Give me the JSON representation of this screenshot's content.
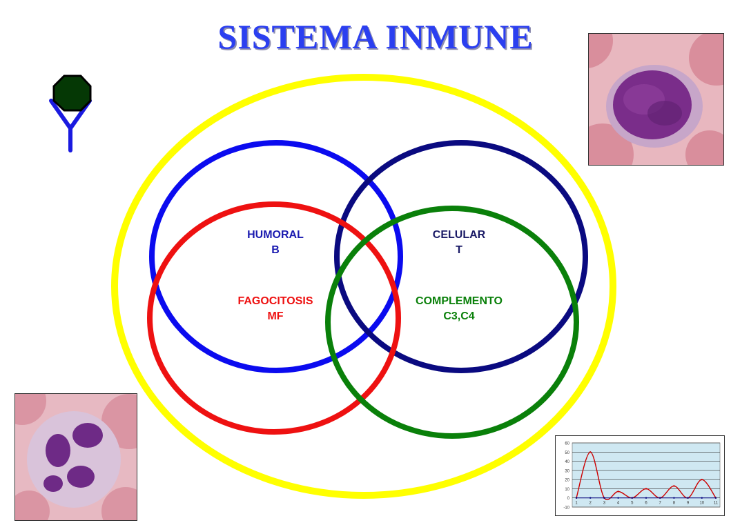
{
  "title": "SISTEMA INMUNE",
  "venn": {
    "humoral": {
      "line1": "HUMORAL",
      "line2": "B",
      "color": "#0b0bef"
    },
    "celular": {
      "line1": "CELULAR",
      "line2": "T",
      "color": "#0a0a80"
    },
    "fagocitosis": {
      "line1": "FAGOCITOSIS",
      "line2": "MF",
      "color": "#ee1111"
    },
    "complemento": {
      "line1": "COMPLEMENTO",
      "line2": "C3,C4",
      "color": "#0a800a"
    },
    "outer_color": "#ffff00"
  },
  "icons": {
    "antibody": "antibody-icon",
    "lymphocyte": "lymphocyte-photo",
    "neutrophil": "neutrophil-photo"
  },
  "chart_data": {
    "type": "line",
    "x": [
      1,
      2,
      3,
      4,
      5,
      6,
      7,
      8,
      9,
      10,
      11
    ],
    "series": [
      {
        "values": [
          0,
          50,
          0,
          7,
          0,
          10,
          0,
          13,
          0,
          20,
          0
        ],
        "color": "#cc0000"
      },
      {
        "values": [
          0,
          0,
          0,
          0,
          0,
          0,
          0,
          0,
          0,
          0,
          0
        ],
        "color": "#000080"
      }
    ],
    "ylim": [
      -10,
      60
    ],
    "yticks": [
      "60",
      "50",
      "40",
      "30",
      "20",
      "10",
      "0",
      "-10"
    ],
    "xticks": [
      "1",
      "2",
      "3",
      "4",
      "5",
      "6",
      "7",
      "8",
      "9",
      "10",
      "11"
    ],
    "grid": true,
    "plot_background": "#cfe8f2"
  }
}
